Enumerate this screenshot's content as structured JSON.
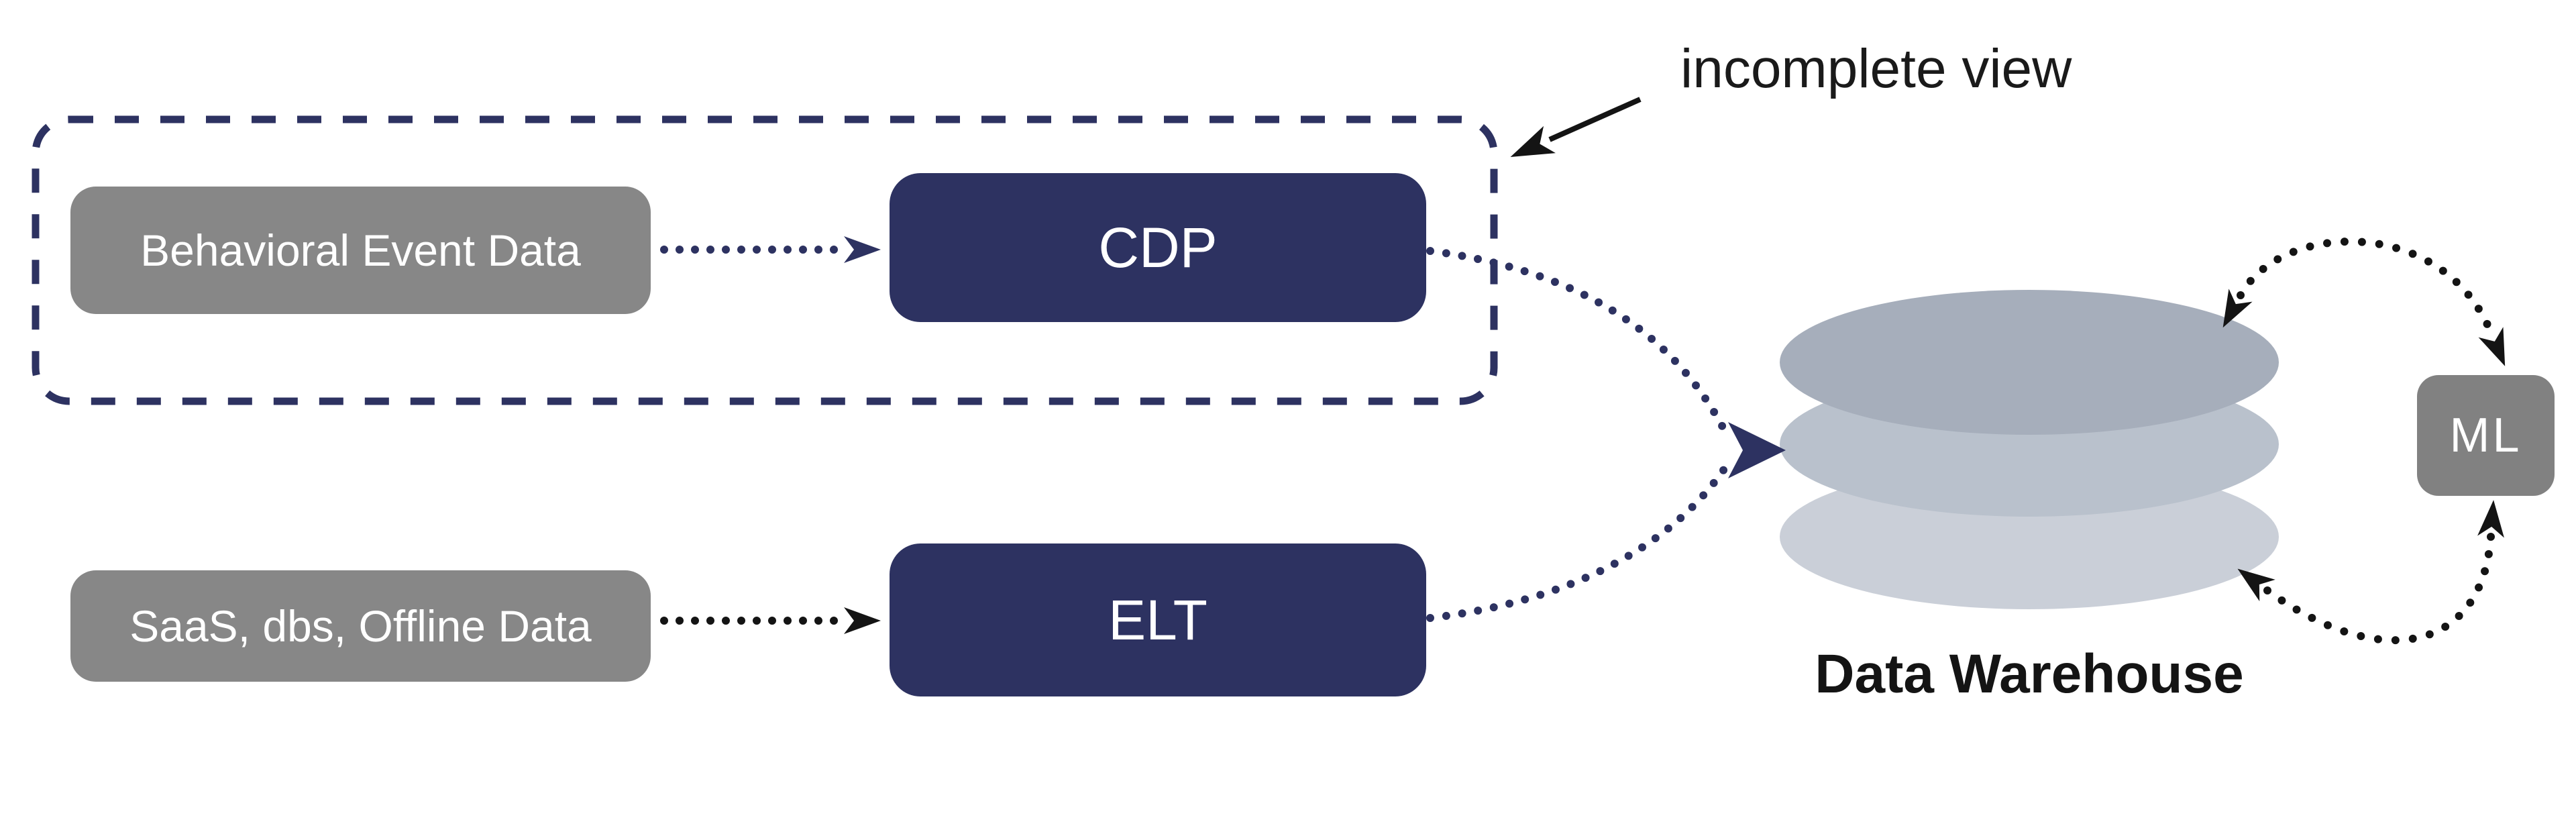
{
  "diagram": {
    "annotation": {
      "label": "incomplete view"
    },
    "sources": [
      {
        "label": "Behavioral Event Data"
      },
      {
        "label": "SaaS, dbs, Offline Data"
      }
    ],
    "processors": [
      {
        "label": "CDP"
      },
      {
        "label": "ELT"
      }
    ],
    "warehouse": {
      "label": "Data Warehouse"
    },
    "ml": {
      "label": "ML"
    },
    "colors": {
      "navy": "#2d3261",
      "box_gray": "#878787",
      "ml_gray": "#818181",
      "box_text": "#ffffff",
      "label_dark": "#1a1a1a",
      "arrow_black": "#141414",
      "disk_top": "#a6aebb",
      "disk_middle": "#b9c1cc",
      "disk_bottom": "#cacfd8",
      "background": "#ffffff"
    }
  }
}
